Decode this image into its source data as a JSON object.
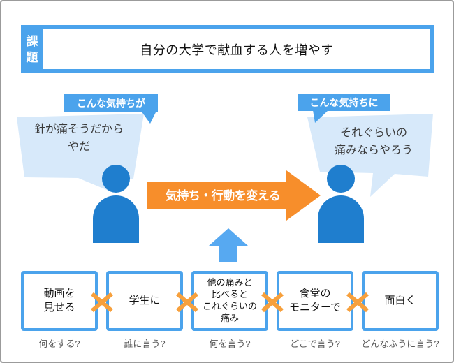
{
  "header": {
    "label": "課題",
    "title": "自分の大学で献血する人を増やす"
  },
  "before": {
    "tag": "こんな気持ちが",
    "speech": "針が痛そうだから\nやだ"
  },
  "after": {
    "tag": "こんな気持ちに",
    "speech": "それぐらいの\n痛みならやろう"
  },
  "transform": {
    "label": "気持ち・行動を変える"
  },
  "plan": {
    "separator": "×",
    "items": [
      {
        "label": "動画を\n見せる",
        "question": "何をする?"
      },
      {
        "label": "学生に",
        "question": "誰に言う?"
      },
      {
        "label": "他の痛みと\n比べると\nこれぐらいの\n痛み",
        "question": "何を言う?"
      },
      {
        "label": "食堂の\nモニターで",
        "question": "どこで言う?"
      },
      {
        "label": "面白く",
        "question": "どんなふうに言う?"
      }
    ]
  },
  "colors": {
    "accent_blue": "#4BA3EC",
    "bubble_blue": "#D7E9FA",
    "person_blue": "#1F7ECE",
    "up_arrow_blue": "#57A9F1",
    "arrow_orange": "#F78E2B",
    "multiply_orange": "#F7A03C",
    "caption_gray": "#595959"
  }
}
